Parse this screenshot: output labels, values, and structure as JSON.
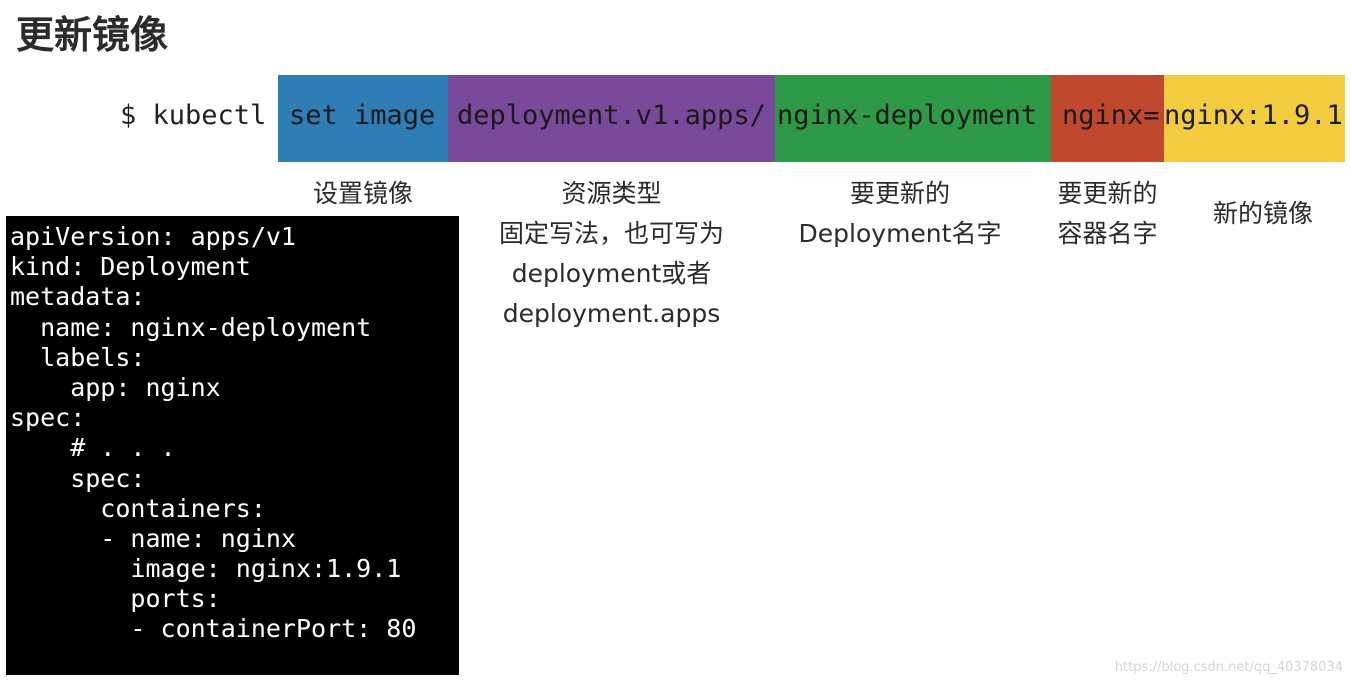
{
  "title": "更新镜像",
  "command": {
    "prefix": "$ kubectl",
    "segments": [
      {
        "text": "set image",
        "color": "#2e7db5",
        "label": "设置镜像"
      },
      {
        "text": "deployment.v1.apps/",
        "color": "#7a4a9a",
        "label": "资源类型\n固定写法，也可写为\ndeployment或者\ndeployment.apps"
      },
      {
        "text": "nginx-deployment",
        "color": "#2e9a48",
        "label": "要更新的\nDeployment名字"
      },
      {
        "text": "nginx=",
        "color": "#c0482e",
        "label": "要更新的\n容器名字"
      },
      {
        "text": "nginx:1.9.1",
        "color": "#f2cc3e",
        "label": "新的镜像"
      }
    ]
  },
  "yaml_lines": [
    "apiVersion: apps/v1",
    "kind: Deployment",
    "metadata:",
    "  name: nginx-deployment",
    "  labels:",
    "    app: nginx",
    "spec:",
    "    # . . .",
    "    spec:",
    "      containers:",
    "      - name: nginx",
    "        image: nginx:1.9.1",
    "        ports:",
    "        - containerPort: 80"
  ],
  "watermark": "https://blog.csdn.net/qq_40378034"
}
